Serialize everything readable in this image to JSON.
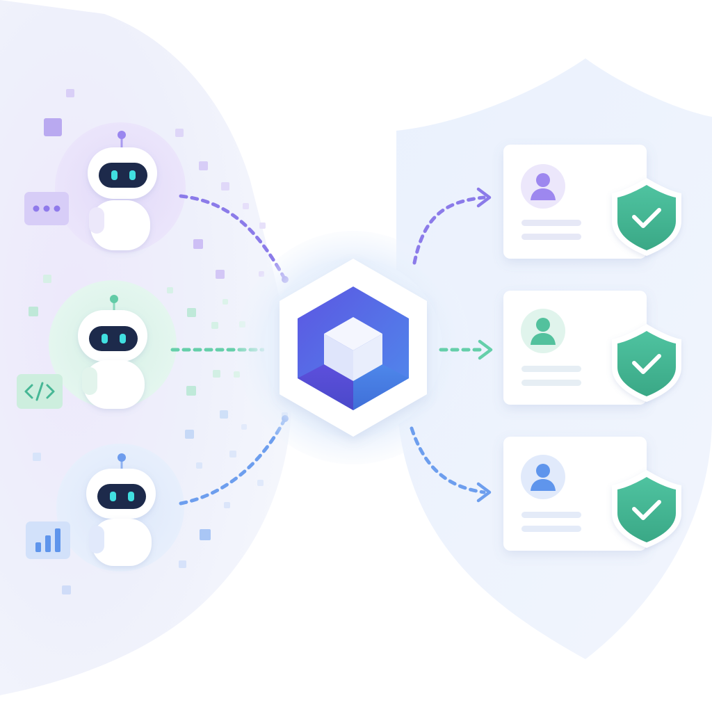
{
  "colors": {
    "background": "#ffffff",
    "agent_purple": "#8e7cf0",
    "agent_green": "#5fd0a8",
    "agent_blue": "#6c9ef0",
    "hub_indigo": "#5a55e0",
    "hub_blue": "#4d86ea",
    "shield_green": "#46b795",
    "shield_panel": "#eef3fd"
  },
  "agents": [
    {
      "id": "agent-1",
      "accent": "purple",
      "badge_icon": "ellipsis-icon"
    },
    {
      "id": "agent-2",
      "accent": "green",
      "badge_icon": "code-icon"
    },
    {
      "id": "agent-3",
      "accent": "blue",
      "badge_icon": "bar-chart-icon"
    }
  ],
  "hub": {
    "icon": "hexagon-cube-icon"
  },
  "users": [
    {
      "id": "user-1",
      "accent": "purple",
      "avatar_icon": "user-icon",
      "badge_icon": "shield-check-icon"
    },
    {
      "id": "user-2",
      "accent": "green",
      "avatar_icon": "user-icon",
      "badge_icon": "shield-check-icon"
    },
    {
      "id": "user-3",
      "accent": "blue",
      "avatar_icon": "user-icon",
      "badge_icon": "shield-check-icon"
    }
  ]
}
